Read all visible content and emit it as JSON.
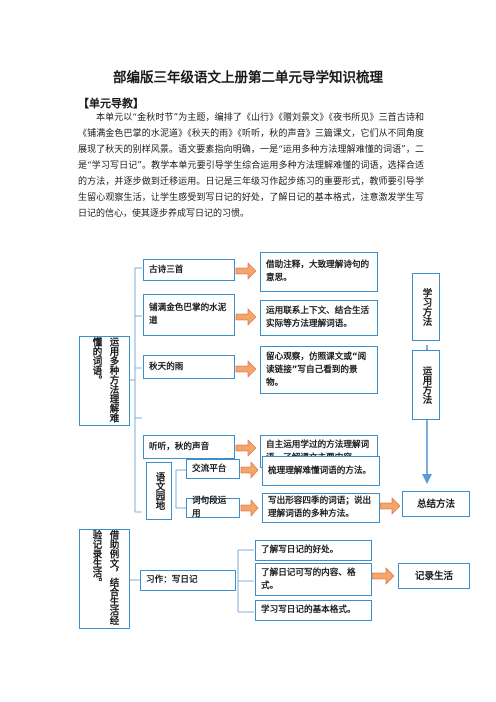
{
  "title": "部编版三年级语文上册第二单元导学知识梳理",
  "section_heading": "【单元导教】",
  "intro": "本单元以“金秋时节”为主题，编排了《山行》《赠刘景文》《夜书所见》三首古诗和《铺满金色巴掌的水泥道》《秋天的雨》《听听，秋的声音》三篇课文，它们从不同角度展现了秋天的别样风景。语文要素指向明确，一是“运用多种方法理解难懂的词语”，二是“学习写日记”。教学本单元要引导学生综合运用多种方法理解难懂的词语，选择合适的方法，并逐步做到迁移运用。日记是三年级习作起步练习的重要形式，教师要引导学生留心观察生活，让学生感受到写日记的好处，了解日记的基本格式，注意激发学生写日记的信心，使其逐步养成写日记的习惯。",
  "diagram": {
    "left_top": "运用多种方法理解难懂的词语。",
    "left_bottom": "借助例文，结合生活经验记录生活。",
    "lessons": [
      {
        "name": "古诗三首",
        "method": "借助注释，大致理解诗句的意思。"
      },
      {
        "name": "铺满金色巴掌的水泥道",
        "method": "运用联系上下文、结合生活实际等方法理解词语。"
      },
      {
        "name": "秋天的雨",
        "method": "留心观察，仿照课文或“阅读链接”写自己看到的景物。"
      },
      {
        "name": "听听，秋的声音",
        "method": "自主运用学过的方法理解词语，了解课文主要内容。"
      }
    ],
    "garden": {
      "label": "语文园地",
      "items": [
        {
          "name": "交流平台",
          "detail": "梳理理解难懂词语的方法。"
        },
        {
          "name": "词句段运用",
          "detail": "写出形容四季的词语；说出理解词语的多种方法。"
        }
      ]
    },
    "writing": {
      "name": "习作：写日记",
      "items": [
        "了解写日记的好处。",
        "了解日记可写的内容、格式。",
        "学习写日记的基本格式。"
      ]
    },
    "right": {
      "learn_method": "学习方法",
      "apply_method": "运用方法",
      "summarize": "总结方法",
      "record_life": "记录生活"
    }
  },
  "colors": {
    "box_border": "#3d8ec9",
    "arrow_fill": "#f3a56a",
    "arrow_stroke": "#d9653b",
    "connector": "#5b9bd5"
  }
}
